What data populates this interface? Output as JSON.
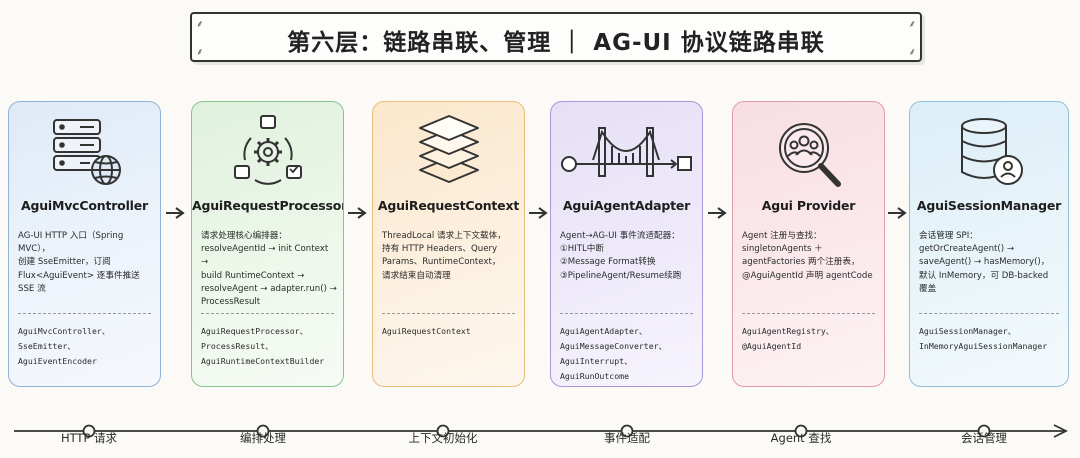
{
  "title": "第六层：链路串联、管理 ｜ AG-UI 协议链路串联",
  "cards": [
    {
      "name": "AguiMvcController",
      "icon": "server-globe-icon",
      "color": "#8fb4da",
      "desc": "AG-UI HTTP 入口（Spring MVC），\n创建 SseEmitter，订阅\nFlux<AguiEvent> 逐事件推送\nSSE 流",
      "classes": "AguiMvcController、\nSseEmitter、\nAguiEventEncoder"
    },
    {
      "name": "AguiRequestProcessor",
      "icon": "gear-workflow-icon",
      "color": "#86c48a",
      "desc": "请求处理核心编排器：\nresolveAgentId → init Context →\nbuild RuntimeContext →\nresolveAgent → adapter.run() →\nProcessResult",
      "classes": "AguiRequestProcessor、\nProcessResult、\nAguiRuntimeContextBuilder"
    },
    {
      "name": "AguiRequestContext",
      "icon": "layers-icon",
      "color": "#ecbd78",
      "desc": "ThreadLocal 请求上下文载体，\n持有 HTTP Headers、Query\nParams、RuntimeContext，\n请求结束自动清理",
      "classes": "AguiRequestContext"
    },
    {
      "name": "AguiAgentAdapter",
      "icon": "bridge-icon",
      "color": "#a995d8",
      "desc": "Agent→AG-UI 事件流适配器：\n①HITL中断\n②Message Format转换\n③PipelineAgent/Resume续跑",
      "classes": "AguiAgentAdapter、\nAguiMessageConverter、\nAguiInterrupt、\nAguiRunOutcome"
    },
    {
      "name": "Agui Provider",
      "icon": "search-users-icon",
      "color": "#e49aa7",
      "desc": "Agent 注册与查找：\nsingletonAgents ＋\nagentFactories 两个注册表，\n@AguiAgentId 声明 agentCode",
      "classes": "AguiAgentRegistry、\n@AguiAgentId"
    },
    {
      "name": "AguiSessionManager",
      "icon": "database-user-icon",
      "color": "#8fc0d8",
      "desc": "会话管理 SPI：\ngetOrCreateAgent() →\nsaveAgent() → hasMemory()，\n默认 InMemory，可 DB-backed\n覆盖",
      "classes": "AguiSessionManager、\nInMemoryAguiSessionManager"
    }
  ],
  "timeline": [
    "HTTP 请求",
    "编排处理",
    "上下文初始化",
    "事件适配",
    "Agent 查找",
    "会话管理"
  ]
}
